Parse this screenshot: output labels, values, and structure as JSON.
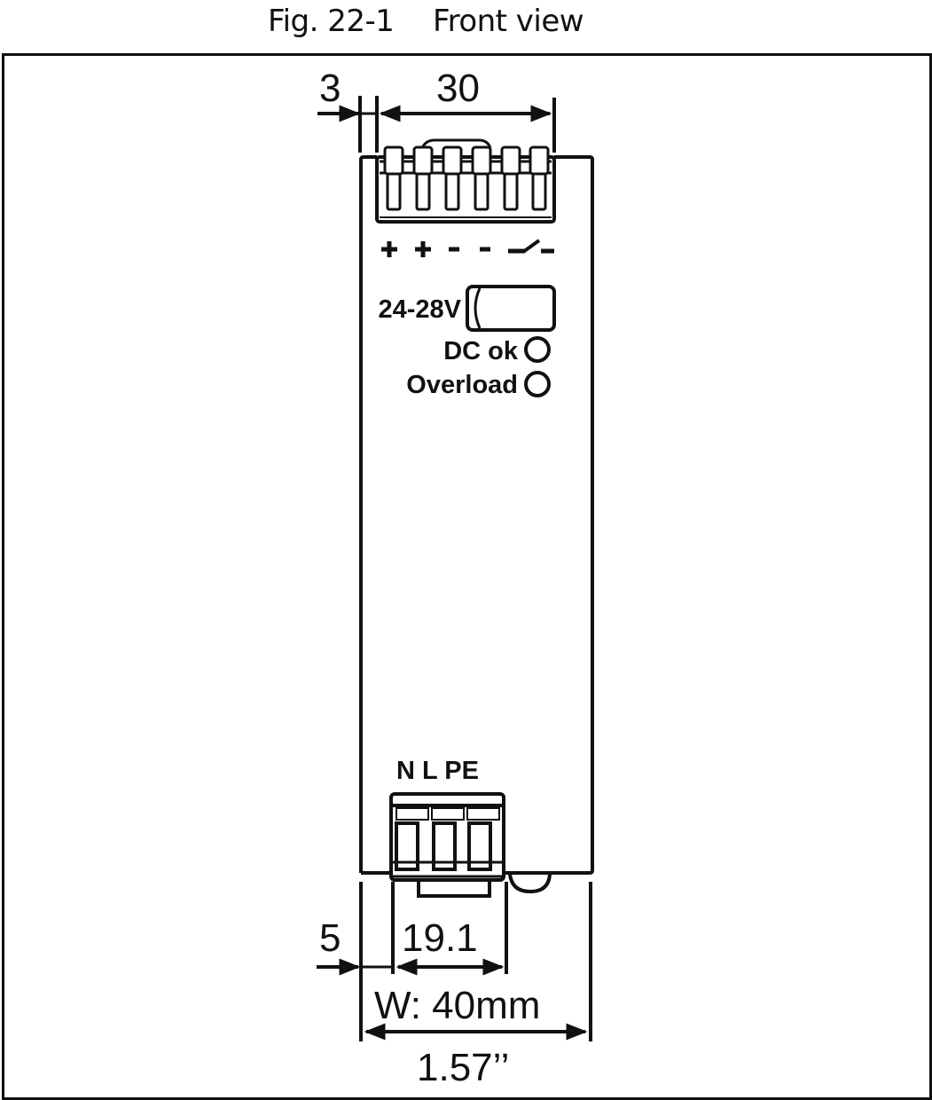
{
  "caption": {
    "figure_number": "Fig. 22-1",
    "title": "Front view"
  },
  "dimensions": {
    "top_offset": "3",
    "top_terminal_width": "30",
    "bottom_offset": "5",
    "bottom_terminal_width": "19.1",
    "overall_width_mm": "W: 40mm",
    "overall_width_in": "1.57’’"
  },
  "top_terminal": {
    "pin_count": 6,
    "pin_labels": [
      "+",
      "+",
      "−",
      "−",
      "switch"
    ]
  },
  "front_panel": {
    "voltage_adjust_label": "24-28V",
    "led_dc_ok_label": "DC ok",
    "led_overload_label": "Overload"
  },
  "bottom_terminal": {
    "label": "N L PE"
  }
}
